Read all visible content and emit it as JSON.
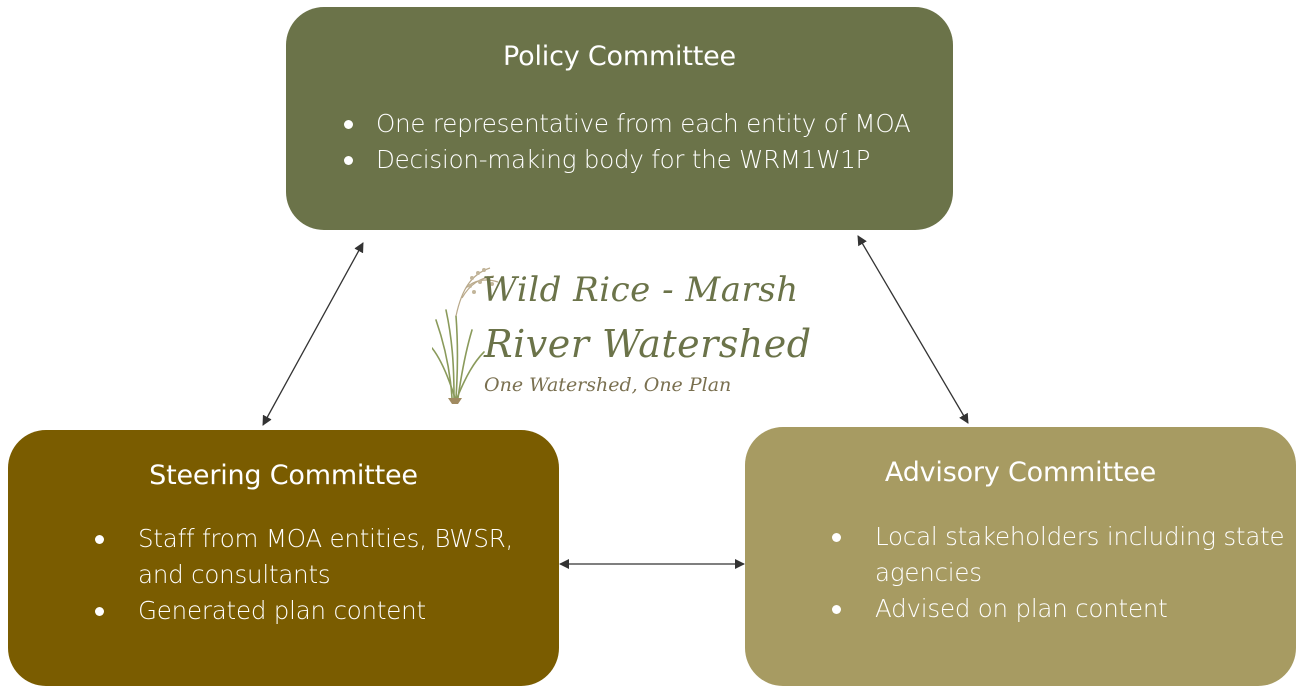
{
  "diagram": {
    "policy": {
      "title": "Policy Committee",
      "bullets": [
        "One representative from each entity of MOA",
        "Decision-making body for the WRM1W1P"
      ],
      "color": "#6b7349"
    },
    "steering": {
      "title": "Steering Committee",
      "bullets": [
        "Staff from MOA entities, BWSR, and consultants",
        "Generated plan content"
      ],
      "color": "#7a5c00"
    },
    "advisory": {
      "title": "Advisory Committee",
      "bullets": [
        "Local stakeholders including state agencies",
        "Advised on plan content"
      ],
      "color": "#a79b62"
    },
    "logo": {
      "line1": "Wild Rice - Marsh",
      "line2": "River Watershed",
      "line3": "One Watershed, One Plan"
    },
    "connections": [
      {
        "from": "policy",
        "to": "steering",
        "type": "bidirectional"
      },
      {
        "from": "policy",
        "to": "advisory",
        "type": "bidirectional"
      },
      {
        "from": "steering",
        "to": "advisory",
        "type": "bidirectional"
      }
    ]
  }
}
